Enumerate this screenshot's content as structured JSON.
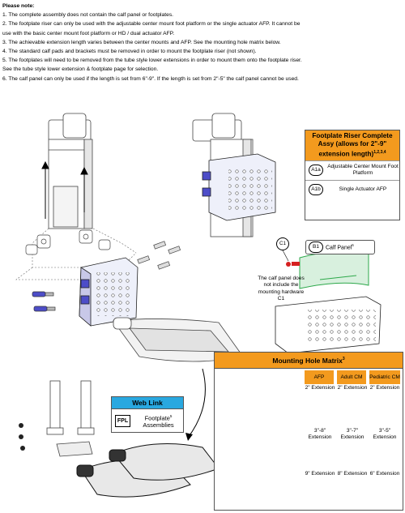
{
  "notes": {
    "title": "Please note:",
    "lines": [
      "1. The complete assembly does not contain the calf panel or footplates.",
      "2. The footplate riser can only be used with the adjustable center mount foot platform or the single actuator AFP. It cannot be",
      "use with the basic center mount foot platform or HD / dual actuator AFP.",
      "3. The achievable extension length varies between the center mounts and AFP. See the mounting hole matrix below.",
      "4. The standard calf pads and brackets must be removed in order to mount the footplate riser (not shown).",
      "5. The footplates will need to be removed from the tube style lower extensions in order to mount them onto the footplate riser.",
      "See the tube style lower extension & footplate page for selection.",
      "6. The calf panel can only be used if the length is set from 6\"-9\". If the length is set from 2\"-5\" the calf panel cannot be used."
    ]
  },
  "riser": {
    "title_line1": "Footplate Riser Complete",
    "title_line2": "Assy (allows for 2\"-9\"",
    "title_line3": "extension length)",
    "title_sup": "1,2,3,4",
    "items": [
      {
        "badge": "A1a",
        "label": "Adjustable Center Mount Foot Platform"
      },
      {
        "badge": "A1b",
        "label": "Single Actuator AFP"
      }
    ]
  },
  "calf": {
    "badge": "B1",
    "label": "Calf Panel",
    "sup": "6"
  },
  "callout_c1": "C1",
  "calf_note": "The calf panel does not include the mounting hardware C1",
  "weblink": {
    "title": "Web Link",
    "code": "FPL",
    "label_line1": "Footplate",
    "label_sup": "5",
    "label_line2": "Assemblies"
  },
  "matrix": {
    "title": "Mounting Hole Matrix",
    "title_sup": "3",
    "headers": [
      "AFP",
      "Adult CM",
      "Pediatric CM"
    ],
    "rows": [
      [
        "2\" Extension",
        "2\" Extension",
        "2\" Extension"
      ],
      [
        "3\"-8\" Extension",
        "3\"-7\" Extension",
        "3\"-5\" Extension"
      ],
      [
        "9\" Extension",
        "8\" Extension",
        "6\" Extension"
      ]
    ]
  },
  "colors": {
    "accent_orange": "#f39a1e",
    "web_blue": "#29a8e0",
    "bracket_blue": "#4d4dc8",
    "panel_green": "#2da84b",
    "mark_red": "#d62020"
  }
}
